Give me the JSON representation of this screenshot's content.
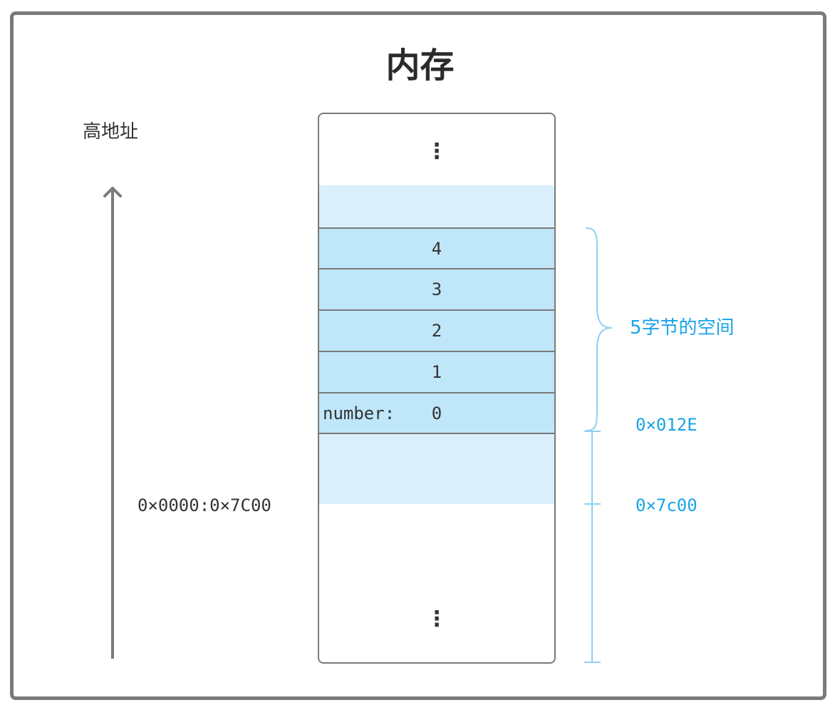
{
  "diagram": {
    "title": "内存",
    "high_address_label": "高地址",
    "base_address_label": "0×0000:0×7C00",
    "top_ellipsis": "⋮",
    "bottom_ellipsis": "⋮",
    "cells": [
      {
        "value": "4",
        "label": ""
      },
      {
        "value": "3",
        "label": ""
      },
      {
        "value": "2",
        "label": ""
      },
      {
        "value": "1",
        "label": ""
      },
      {
        "value": "0",
        "label": "number:"
      }
    ],
    "brace_label": "5字节的空间",
    "offset_address": "0×012E",
    "base_address_right": "0×7c00",
    "colors": {
      "cell_fill": "#c0e6fa",
      "region_fill": "#d9f0fc",
      "accent_blue": "#1aa3e8",
      "bracket_blue": "#8fd0f2",
      "border_gray": "#7a7a7a"
    }
  }
}
